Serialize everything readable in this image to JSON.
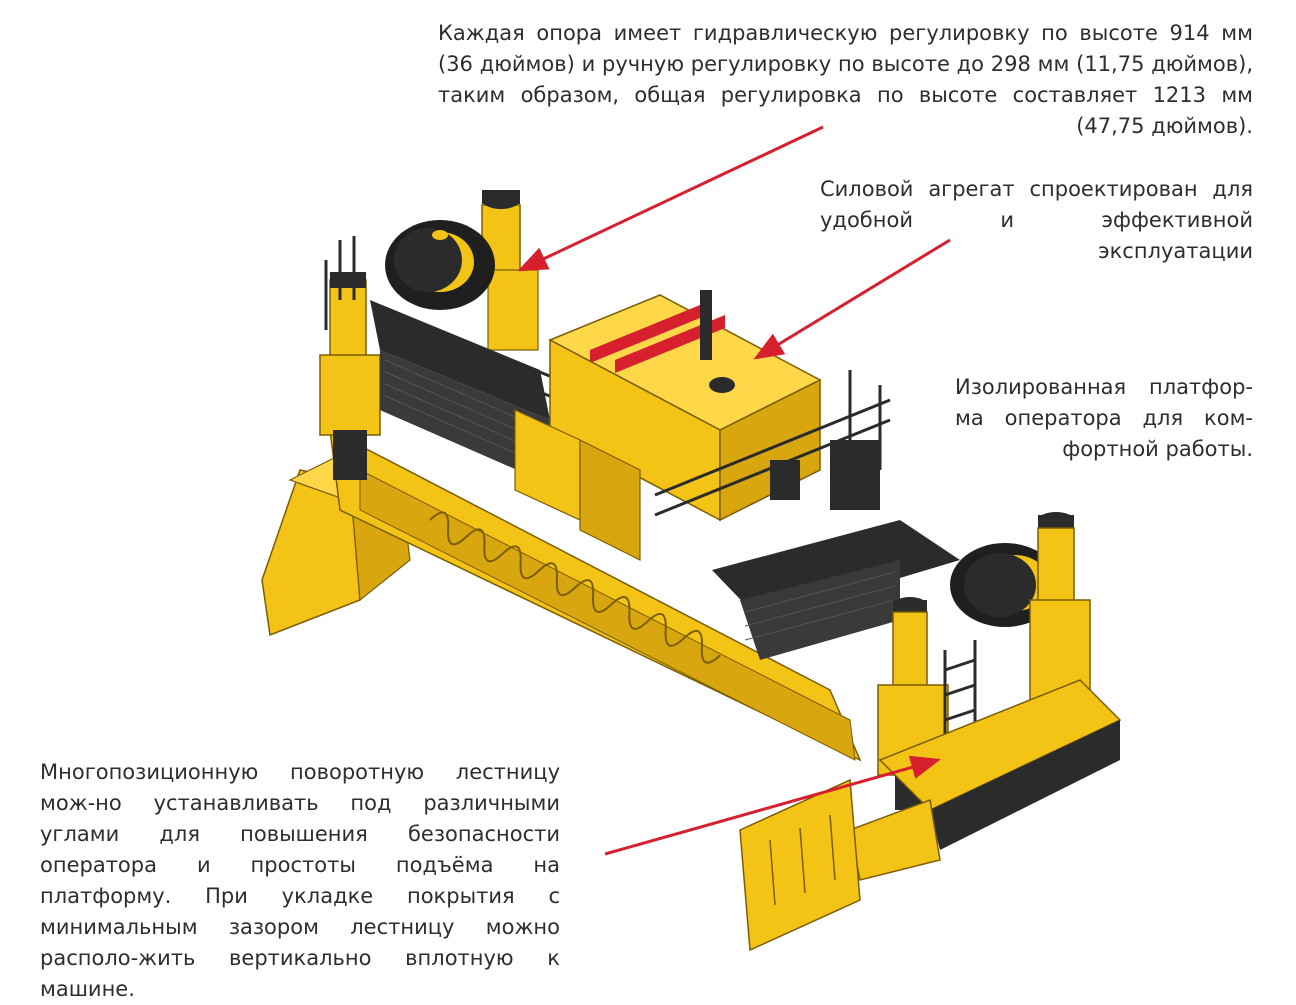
{
  "annotations": [
    {
      "id": "height-adjustment",
      "text": "Каждая опора имеет гидравлическую регулировку по высоте 914 мм (36 дюймов) и ручную регулировку по высоте до 298 мм (11,75 дюймов), таким образом, общая регулировка по высоте составляет 1213 мм (47,75 дюймов)."
    },
    {
      "id": "power-unit",
      "text": "Силовой агрегат спроектирован для удобной и эффективной эксплуатации"
    },
    {
      "id": "operator-platform",
      "text": "Изолированная платфор-ма оператора для ком-фортной работы."
    },
    {
      "id": "swing-ladder",
      "text": "Многопозиционную поворотную лестницу мож-но устанавливать под различными углами для повышения безопасности оператора и простоты подъёма на платформу. При укладке покрытия с минимальным зазором лестницу можно располо-жить вертикально вплотную к машине."
    }
  ],
  "colors": {
    "machine_yellow": "#f3c316",
    "machine_yellow_dark": "#d8a60e",
    "machine_black": "#2b2b2b",
    "arrow_red": "#d6202e",
    "text": "#2e2e2e"
  }
}
